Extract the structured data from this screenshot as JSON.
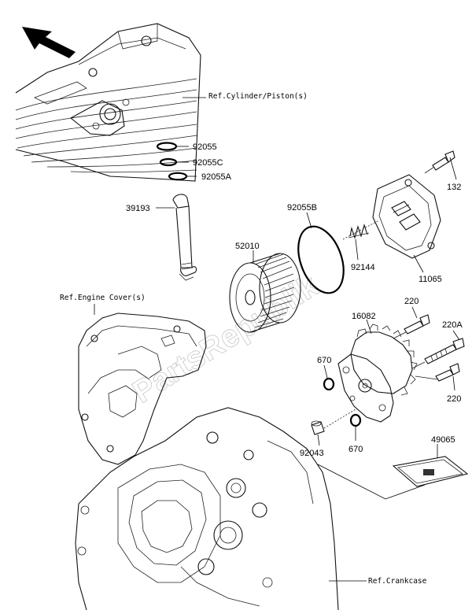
{
  "watermark": "PartsRepublik",
  "refs": {
    "cylinder": "Ref.Cylinder/Piston(s)",
    "engine_cover": "Ref.Engine Cover(s)",
    "crankcase": "Ref.Crankcase"
  },
  "parts": {
    "p92055": "92055",
    "p92055c": "92055C",
    "p92055a": "92055A",
    "p39193": "39193",
    "p92055b": "92055B",
    "p52010": "52010",
    "p132": "132",
    "p92144": "92144",
    "p11065": "11065",
    "p16082": "16082",
    "p220_top": "220",
    "p220a": "220A",
    "p220_bottom": "220",
    "p670_left": "670",
    "p670_right": "670",
    "p92043": "92043",
    "p49065": "49065"
  },
  "icons": {
    "direction_arrow": "front-direction-arrow-icon"
  }
}
